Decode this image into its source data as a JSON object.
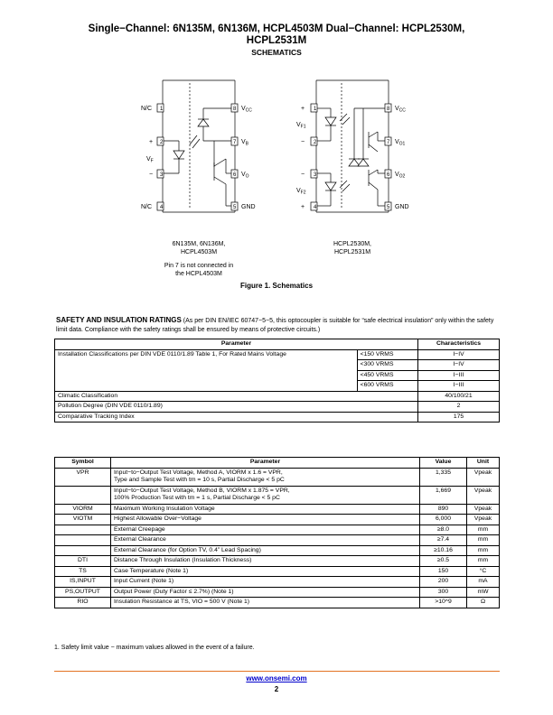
{
  "header": {
    "title_line1": "Single−Channel: 6N135M, 6N136M, HCPL4503M Dual−Channel: HCPL2530M,",
    "title_line2": "HCPL2531M",
    "section": "SCHEMATICS"
  },
  "schematic_single": {
    "pins": [
      "N/C",
      "+",
      "VF",
      "−",
      "N/C",
      "VCC",
      "VB",
      "VO",
      "GND"
    ],
    "pin_numbers": [
      "1",
      "2",
      "3",
      "4",
      "8",
      "7",
      "6",
      "5"
    ],
    "caption_line1": "6N135M, 6N136M,",
    "caption_line2": "HCPL4503M",
    "note_line1": "Pin 7 is not connected in",
    "note_line2": "the HCPL4503M"
  },
  "schematic_dual": {
    "caption_line1": "HCPL2530M,",
    "caption_line2": "HCPL2531M"
  },
  "figure_caption": "Figure 1. Schematics",
  "safety": {
    "heading": "SAFETY AND INSULATION RATINGS",
    "intro_a": "(As per DIN EN/IEC 60747−5−5, this optocoupler is suitable for “safe electrical insulation”",
    "intro_b": "only within the safety limit data. Compliance with the safety ratings shall be ensured by means of protective circuits.)"
  },
  "table1": {
    "headers": [
      "Parameter",
      "Characteristics"
    ],
    "install_label": "Installation Classifications per DIN VDE 0110/1.89 Table 1, For Rated Mains Voltage",
    "install_rows": [
      {
        "cond": "<150 VRMS",
        "val": "I−IV"
      },
      {
        "cond": "<300 VRMS",
        "val": "I−IV"
      },
      {
        "cond": "<450 VRMS",
        "val": "I−III"
      },
      {
        "cond": "<600 VRMS",
        "val": "I−III"
      }
    ],
    "rows": [
      {
        "param": "Climatic Classification",
        "val": "40/100/21"
      },
      {
        "param": "Pollution Degree (DIN VDE 0110/1.89)",
        "val": "2"
      },
      {
        "param": "Comparative Tracking Index",
        "val": "175"
      }
    ]
  },
  "table2": {
    "headers": [
      "Symbol",
      "Parameter",
      "Value",
      "Unit"
    ],
    "rows": [
      {
        "sym": "VPR",
        "p1": "Input−to−Output Test Voltage, Method A, VIORM x 1.6 = VPR,",
        "p2": "Type and Sample Test with tm = 10 s, Partial Discharge < 5 pC",
        "val": "1,335",
        "unit": "Vpeak"
      },
      {
        "sym": "",
        "p1": "Input−to−Output Test Voltage, Method B, VIORM x 1.875 = VPR,",
        "p2": "100% Production Test with tm = 1 s, Partial Discharge < 5 pC",
        "val": "1,669",
        "unit": "Vpeak"
      },
      {
        "sym": "VIORM",
        "p1": "Maximum Working Insulation Voltage",
        "p2": "",
        "val": "890",
        "unit": "Vpeak"
      },
      {
        "sym": "VIOTM",
        "p1": "Highest Allowable Over−Voltage",
        "p2": "",
        "val": "6,000",
        "unit": "Vpeak"
      },
      {
        "sym": "",
        "p1": "External Creepage",
        "p2": "",
        "val": "≥8.0",
        "unit": "mm"
      },
      {
        "sym": "",
        "p1": "External Clearance",
        "p2": "",
        "val": "≥7.4",
        "unit": "mm"
      },
      {
        "sym": "",
        "p1": "External Clearance (for Option TV, 0.4” Lead Spacing)",
        "p2": "",
        "val": "≥10.16",
        "unit": "mm"
      },
      {
        "sym": "DTI",
        "p1": "Distance Through Insulation (Insulation Thickness)",
        "p2": "",
        "val": "≥0.5",
        "unit": "mm"
      },
      {
        "sym": "TS",
        "p1": "Case Temperature (Note 1)",
        "p2": "",
        "val": "150",
        "unit": "°C"
      },
      {
        "sym": "IS,INPUT",
        "p1": "Input Current (Note 1)",
        "p2": "",
        "val": "200",
        "unit": "mA"
      },
      {
        "sym": "PS,OUTPUT",
        "p1": "Output Power (Duty Factor ≤ 2.7%) (Note 1)",
        "p2": "",
        "val": "300",
        "unit": "mW"
      },
      {
        "sym": "RIO",
        "p1": "Insulation Resistance at TS, VIO = 500 V (Note 1)",
        "p2": "",
        "val": ">10^9",
        "unit": "Ω"
      }
    ]
  },
  "footnote": "1.  Safety limit value − maximum values allowed in the event of a failure.",
  "footer": {
    "url": "www.onsemi.com",
    "page": "2"
  },
  "colors": {
    "rule": "#e37222",
    "link": "#0000cc"
  }
}
